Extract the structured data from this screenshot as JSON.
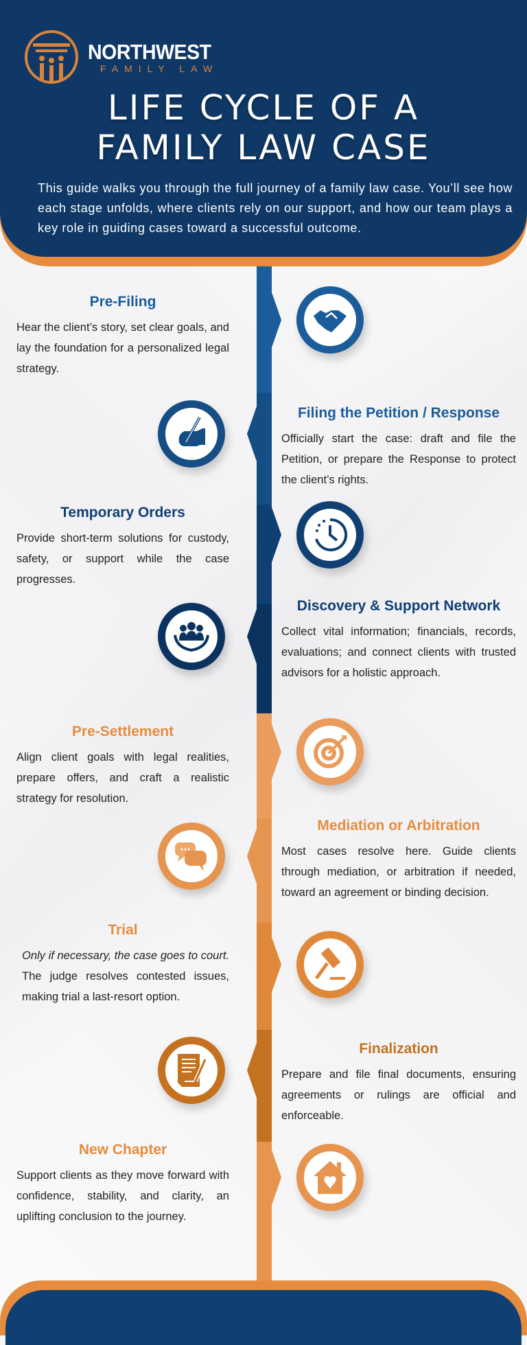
{
  "brand": {
    "name": "NORTHWEST",
    "sub": "FAMILY LAW"
  },
  "title": {
    "line1": "LIFE CYCLE OF A",
    "line2": "FAMILY LAW CASE"
  },
  "intro": "This guide walks you through the full journey of a family law case. You’ll see how each stage unfolds, where clients rely on our support, and how our team plays a key role in guiding cases toward a successful outcome.",
  "colors": {
    "navy": "#0f3866",
    "orange": "#e58c3e"
  },
  "stages": [
    {
      "title": "Pre-Filing",
      "body": "Hear the client’s story, set clear goals, and lay the foundation for a personalized legal strategy.",
      "icon": "handshake-icon",
      "color": "#1b5c9a"
    },
    {
      "title": "Filing the Petition / Response",
      "body": "Officially start the case: draft and file the Petition, or prepare the Response to protect the client’s rights.",
      "icon": "hand-pen-icon",
      "color": "#154d85"
    },
    {
      "title": "Temporary Orders",
      "body": "Provide short-term solutions for custody, safety, or support while the case progresses.",
      "icon": "clock-history-icon",
      "color": "#0f3f73"
    },
    {
      "title": "Discovery & Support Network",
      "body": "Collect vital information; financials, records, evaluations; and connect clients with trusted advisors for a holistic approach.",
      "icon": "people-hands-icon",
      "color": "#0a335f"
    },
    {
      "title": "Pre-Settlement",
      "body": "Align client goals with legal realities, prepare offers, and craft a realistic strategy for resolution.",
      "icon": "target-icon",
      "color": "#e99c5c"
    },
    {
      "title": "Mediation or Arbitration",
      "body": "Most cases resolve here. Guide clients through mediation, or arbitration if needed, toward an agreement or binding decision.",
      "icon": "chat-bubbles-icon",
      "color": "#e59550"
    },
    {
      "title": "Trial",
      "body_italic": "Only if necessary, the case goes to court.",
      "body": " The judge resolves contested issues, making trial a last-resort option.",
      "icon": "gavel-icon",
      "color": "#e0883a"
    },
    {
      "title": "Finalization",
      "body": "Prepare and file final documents, ensuring agreements or rulings are official and enforceable.",
      "icon": "signed-document-icon",
      "color": "#c47120"
    },
    {
      "title": "New Chapter",
      "body": "Support clients as they move forward with confidence, stability, and clarity, an uplifting conclusion to the journey.",
      "icon": "house-heart-icon",
      "color": "#e7944f"
    }
  ]
}
